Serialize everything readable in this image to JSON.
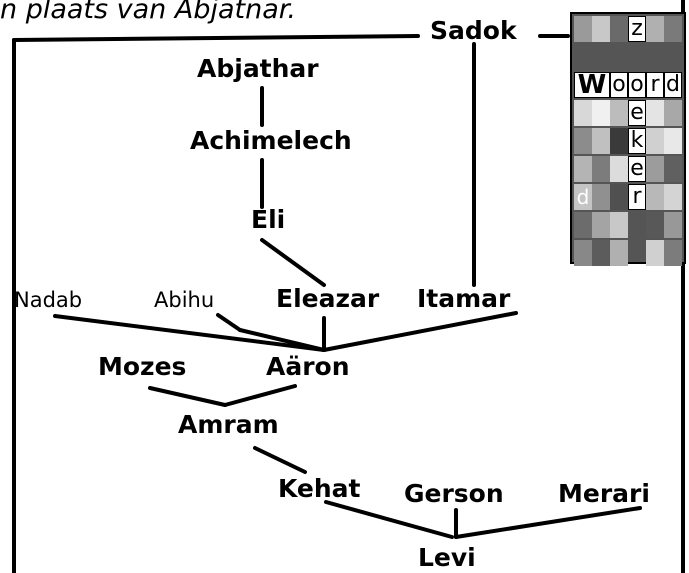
{
  "caption": "n plaats van Abjatnar.",
  "logo": {
    "letters": [
      "z",
      "W",
      "o",
      "o",
      "r",
      "d",
      "e",
      "k",
      "e",
      "r"
    ],
    "faint_letter": "d"
  },
  "nodes": {
    "sadok": "Sadok",
    "abjathar": "Abjathar",
    "achimelech": "Achimelech",
    "eli": "Eli",
    "nadab": "Nadab",
    "abihu": "Abihu",
    "eleazar": "Eleazar",
    "itamar": "Itamar",
    "mozes": "Mozes",
    "aaron": "Aäron",
    "amram": "Amram",
    "kehat": "Kehat",
    "gerson": "Gerson",
    "merari": "Merari",
    "levi": "Levi"
  },
  "colors": {
    "line": "#000000",
    "background": "#ffffff"
  }
}
